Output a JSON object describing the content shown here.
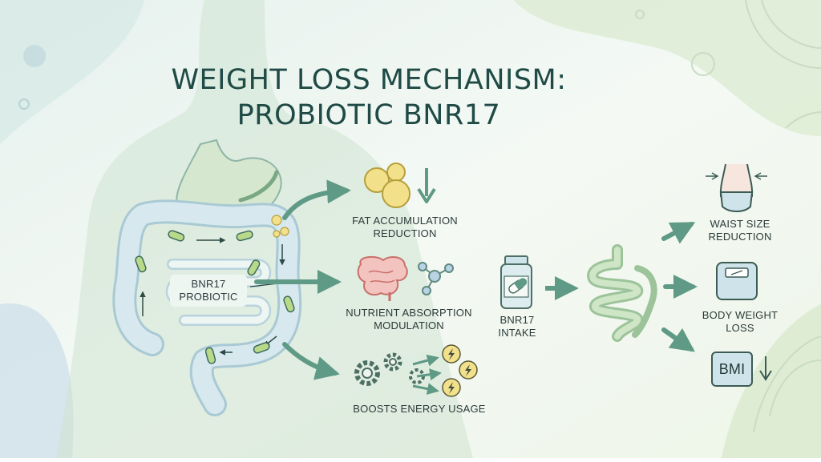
{
  "title": {
    "line1": "WEIGHT LOSS MECHANISM:",
    "line2": "PROBIOTIC BNR17"
  },
  "gut_panel": {
    "probiotic_label": "BNR17 PROBIOTIC"
  },
  "mechanisms": [
    {
      "label": "FAT ACCUMULATION REDUCTION",
      "icon": "fat-droplets-down-icon"
    },
    {
      "label": "NUTRIENT ABSORPTION MODULATION",
      "icon": "intestine-molecule-icon"
    },
    {
      "label": "BOOSTS ENERGY USAGE",
      "icon": "gears-energy-icon"
    }
  ],
  "intake": {
    "label": "BNR17 INTAKE",
    "icon": "capsule-bottle-icon"
  },
  "outcomes": [
    {
      "label": "WAIST SIZE REDUCTION",
      "icon": "waist-icon"
    },
    {
      "label": "BODY WEIGHT LOSS",
      "icon": "scale-icon"
    },
    {
      "label": "BMI",
      "icon": "bmi-down-icon"
    }
  ],
  "colors": {
    "background": "#eef5ef",
    "accent_green": "#5f9a86",
    "gut_blue": "#cfe3ea",
    "fat_yellow": "#f3e08a",
    "title": "#1f4a45"
  }
}
